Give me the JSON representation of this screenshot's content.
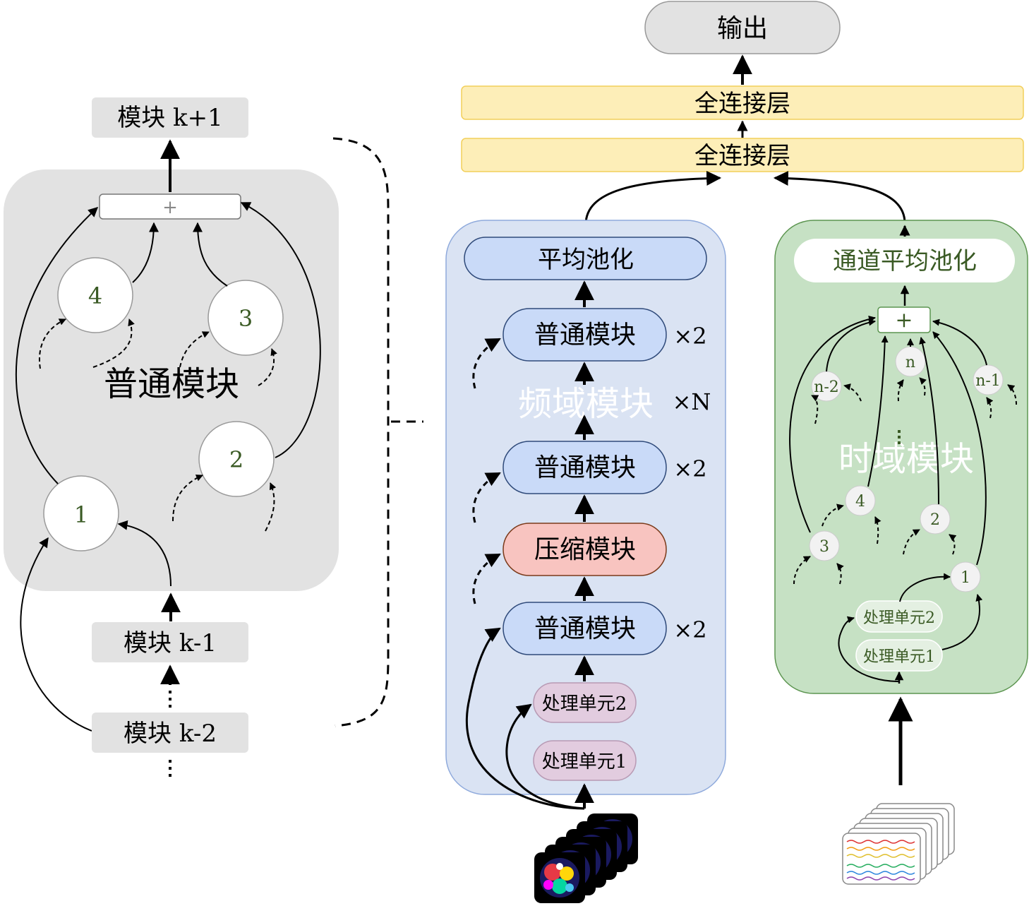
{
  "output": "输出",
  "fc1": "全连接层",
  "fc2": "全连接层",
  "left_panel": {
    "block_next": "模块 k+1",
    "plus": "+",
    "title": "普通模块",
    "nodes": [
      "1",
      "2",
      "3",
      "4"
    ],
    "block_prev1": "模块 k-1",
    "block_prev2": "模块 k-2"
  },
  "freq_panel": {
    "title": "频域模块",
    "avg_pool": "平均池化",
    "normal_block": "普通模块",
    "compress_block": "压缩模块",
    "unit1": "处理单元1",
    "unit2": "处理单元2",
    "mult2": "×2",
    "multN": "×N"
  },
  "time_panel": {
    "title": "时域模块",
    "channel_pool": "通道平均池化",
    "plus": "+",
    "nodes": [
      "1",
      "2",
      "3",
      "4",
      "n",
      "n-1",
      "n-2"
    ],
    "unit1": "处理单元1",
    "unit2": "处理单元2"
  },
  "colors": {
    "gray_panel": "#e2e2e2",
    "blue_panel": "#dae3f3",
    "blue_box": "#c9daf8",
    "blue_border": "#2f4a7a",
    "red_box": "#f8c4c0",
    "pink_unit": "#e2ccdf",
    "green_panel": "#c6e1c4",
    "green_border": "#5c9550",
    "yellow_layer": "#fdeeb8",
    "yellow_border": "#f2cf5a"
  }
}
